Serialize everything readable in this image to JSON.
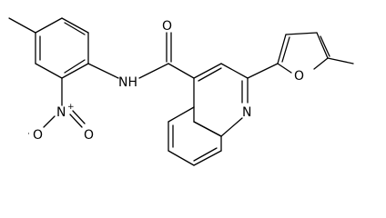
{
  "atoms": {
    "oxygen_carbonyl": "O",
    "nh": "NH",
    "nitro_n": "N",
    "nitro_n_charge": "+",
    "nitro_o_double": "O",
    "nitro_o_single": "O",
    "nitro_o_radical": "·",
    "quinoline_n": "N",
    "furan_o": "O"
  }
}
